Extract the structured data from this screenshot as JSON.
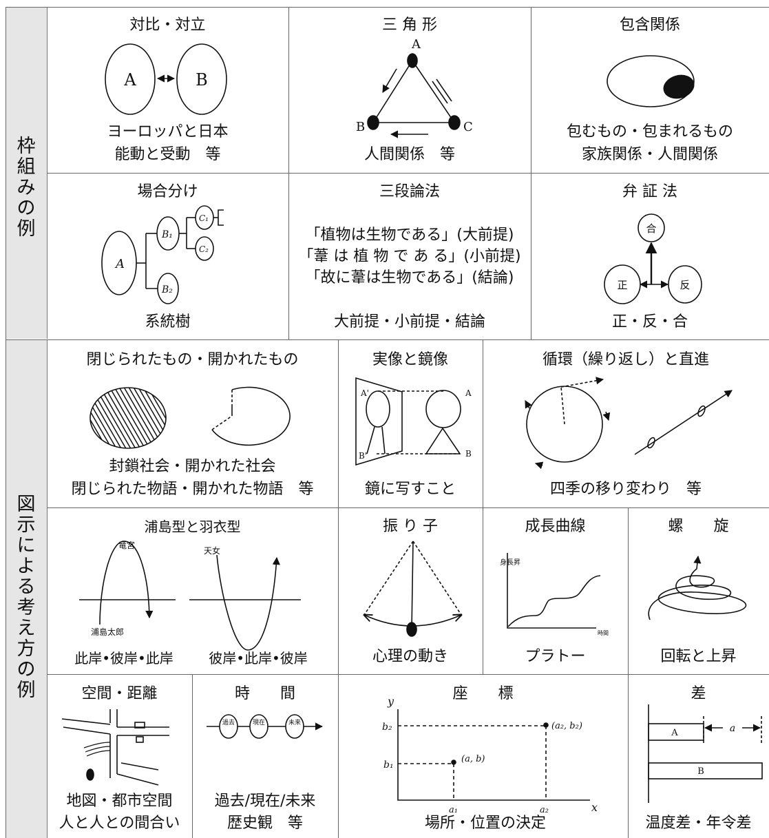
{
  "side": {
    "frame": [
      "枠",
      "組",
      "み",
      "の",
      "例"
    ],
    "thinking": [
      "図",
      "示",
      "に",
      "よ",
      "る",
      "考",
      "え",
      "方",
      "の",
      "例"
    ]
  },
  "cells": {
    "contrast": {
      "title": "対比・対立",
      "a": "A",
      "b": "B",
      "cap1": "ヨーロッパと日本",
      "cap2": "能動と受動　等"
    },
    "triangle": {
      "title": "三 角 形",
      "a": "A",
      "b": "B",
      "c": "C",
      "cap": "人間関係　等"
    },
    "inclusion": {
      "title": "包含関係",
      "cap1": "包むもの・包まれるもの",
      "cap2": "家族関係・人間関係"
    },
    "cases": {
      "title": "場合分け",
      "a": "A",
      "b1": "B₁",
      "b2": "B₂",
      "c1": "C₁",
      "c2": "C₂",
      "cap": "系統樹"
    },
    "syllogism": {
      "title": "三段論法",
      "line1": "「植物は生物である」(大前提)",
      "line2": "「葦 は 植 物 で あ る」(小前提)",
      "line3": "「故に葦は生物である」(結論)",
      "cap": "大前提・小前提・結論"
    },
    "dialectic": {
      "title": "弁 証 法",
      "synthesis": "合",
      "thesis": "正",
      "antithesis": "反",
      "cap": "正・反・合"
    },
    "closed_open": {
      "title": "閉じられたもの・開かれたもの",
      "cap1": "封鎖社会・開かれた社会",
      "cap2": "閉じられた物語・開かれた物語　等"
    },
    "mirror": {
      "title": "実像と鏡像",
      "a_prime": "A'",
      "b_prime": "B'",
      "a": "A",
      "b": "B",
      "cap": "鏡に写すこと"
    },
    "cycle": {
      "title": "循環（繰り返し）と直進",
      "cap": "四季の移り変わり　等"
    },
    "urashima": {
      "title": "浦島型と羽衣型",
      "ryugu": "竜宮",
      "tennyo": "天女",
      "taro": "浦島太郎",
      "cap1": "此岸•彼岸•此岸",
      "cap2": "彼岸•此岸•彼岸"
    },
    "pendulum": {
      "title": "振 り 子",
      "cap": "心理の動き"
    },
    "growth": {
      "title": "成長曲線",
      "ylabel": "身長昇",
      "xlabel": "時間",
      "cap": "プラトー"
    },
    "spiral": {
      "title": "螺　　旋",
      "cap": "回転と上昇"
    },
    "space": {
      "title": "空間・距離",
      "cap1": "地図・都市空間",
      "cap2": "人と人との間合い"
    },
    "time": {
      "title": "時　　間",
      "past": "過去",
      "present": "現在",
      "future": "未来",
      "cap1": "過去/現在/未来",
      "cap2": "歴史観　等"
    },
    "coords": {
      "title": "座　　標",
      "y": "y",
      "x": "x",
      "b1": "b₁",
      "b2": "b₂",
      "a1": "a₁",
      "a2": "a₂",
      "p1": "(a, b)",
      "p2": "(a₂, b₂)",
      "cap": "場所・位置の決定"
    },
    "difference": {
      "title": "差",
      "a": "A",
      "b": "B",
      "diff": "a",
      "cap": "温度差・年令差"
    }
  }
}
